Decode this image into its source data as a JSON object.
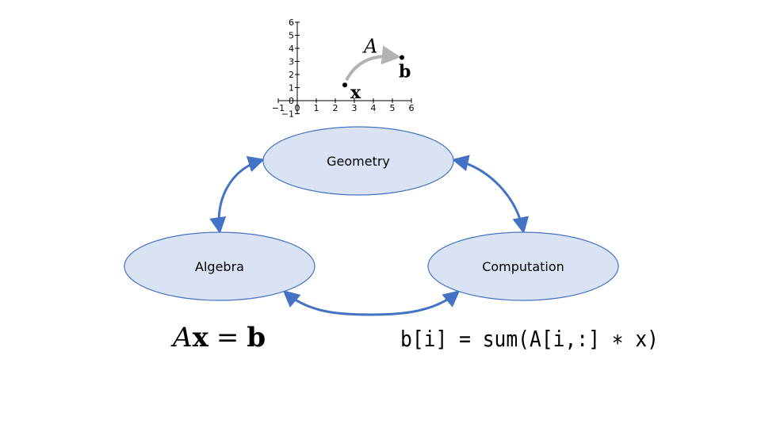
{
  "plot": {
    "x_ticks": [
      "−1",
      "0",
      "1",
      "2",
      "3",
      "4",
      "5",
      "6"
    ],
    "y_ticks": [
      "−1",
      "0",
      "1",
      "2",
      "3",
      "4",
      "5",
      "6"
    ],
    "xlim": [
      -1,
      6
    ],
    "ylim": [
      -1,
      6
    ],
    "point_x": {
      "x": 2.5,
      "y": 1.2,
      "label": "x"
    },
    "point_b": {
      "x": 5.5,
      "y": 3.3,
      "label": "b"
    },
    "arrow_label": "A",
    "arrow_color": "#b3b3b3"
  },
  "nodes": {
    "geometry": "Geometry",
    "algebra": "Algebra",
    "computation": "Computation"
  },
  "colors": {
    "node_fill": "#dae3f3",
    "node_stroke": "#4472c4",
    "arrow": "#4472c4"
  },
  "equations": {
    "algebra_A": "A",
    "algebra_x": "x",
    "algebra_eq": "=",
    "algebra_b": "b",
    "computation": "b[i] = sum(A[i,:] ∗ x)"
  }
}
